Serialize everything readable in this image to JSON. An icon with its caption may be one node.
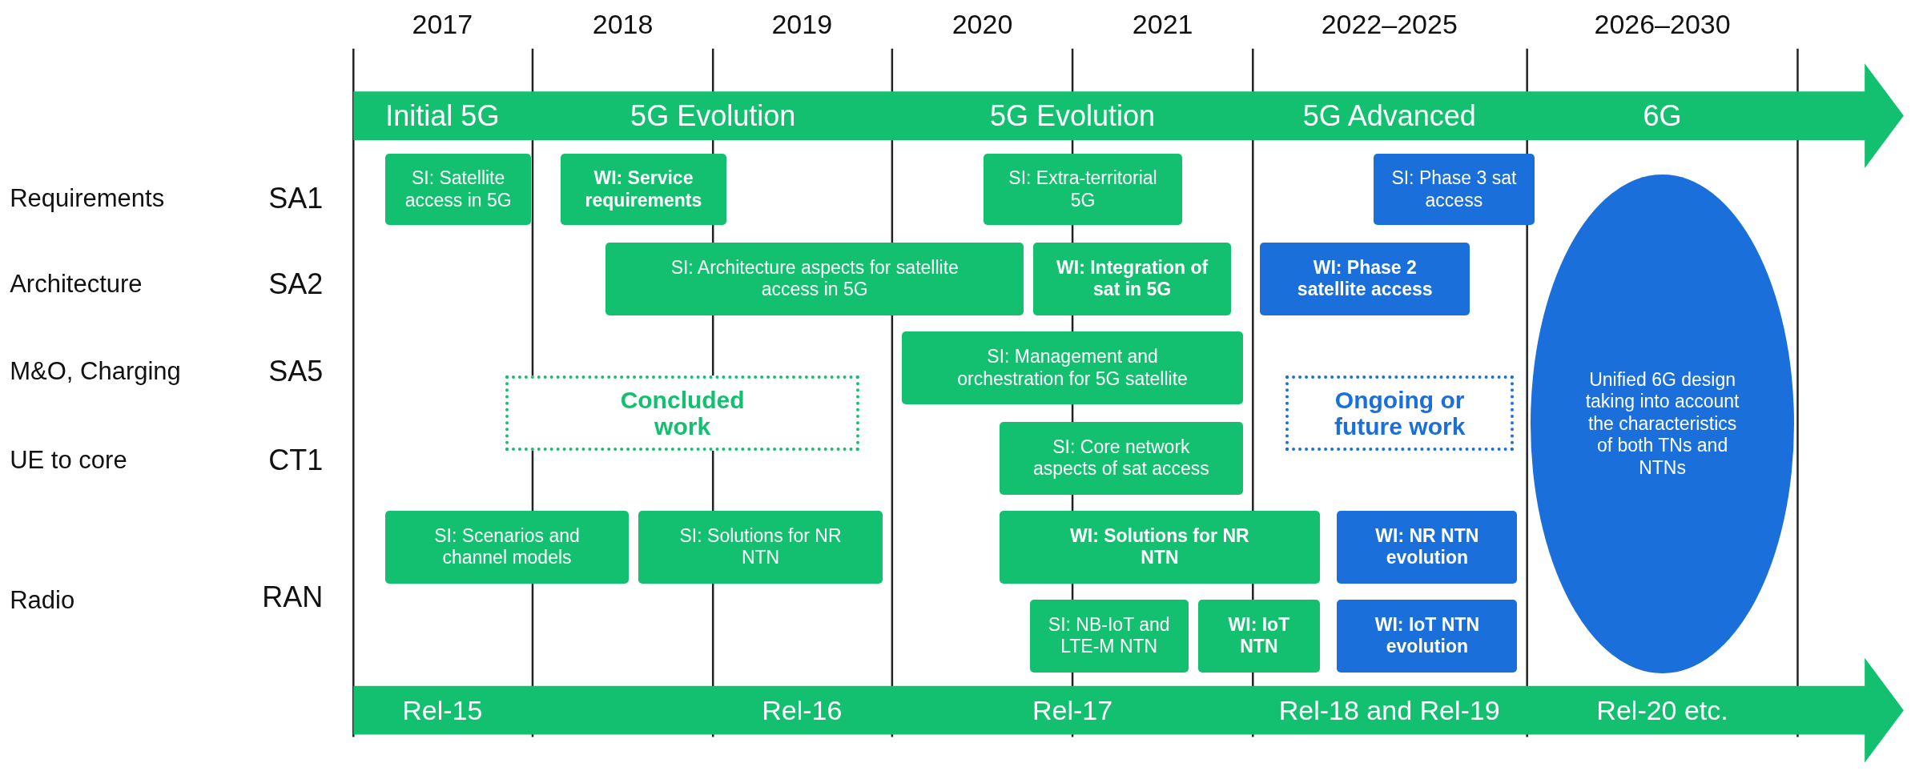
{
  "diagram": {
    "nodes": [
      {
        "text": [
          "SI: Satellite access in 5G"
        ]
      },
      {
        "text": [
          "WI: Service requirements"
        ]
      },
      {
        "text": [
          "SI: Extra-territorial 5G"
        ]
      },
      {
        "text": [
          "SI: Phase 3 sat access"
        ]
      },
      {
        "text": [
          "SI: Architecture aspects for satellite access in 5G"
        ]
      },
      {
        "text": [
          "WI: Integration of sat in 5G"
        ]
      },
      {
        "text": [
          "WI: Phase 2 satellite access"
        ]
      },
      {
        "text": [
          "Unified 6G design taking into account the characteristics of both TNs and NTNs"
        ]
      },
      {
        "text": [
          "SI: Management and orchestration for 5G satellite"
        ]
      },
      {
        "text": [
          "Concluded work"
        ]
      },
      {
        "text": [
          "Ongoing or future work"
        ]
      },
      {
        "text": [
          "SI: Core network aspects of sat access"
        ]
      },
      {
        "text": [
          "SI: Scenarios and channel models"
        ]
      },
      {
        "text": [
          "SI: Solutions for NR NTN"
        ]
      },
      {
        "text": [
          "WI: Solutions for NR NTN"
        ]
      },
      {
        "text": [
          "WI: NR NTN evolution"
        ]
      },
      {
        "text": [
          "SI: NB-IoT and LTE-M NTN"
        ]
      },
      {
        "text": [
          "WI: IoT NTN"
        ]
      },
      {
        "text": [
          "WI: IoT NTN evolution"
        ]
      }
    ],
    "labels": [
      "2017",
      "2018",
      "2019",
      "2020",
      "2021",
      "2022–2025",
      "2026–2030",
      "Initial 5G",
      "5G Evolution",
      "5G Evolution",
      "5G Advanced",
      "6G",
      "Requirements",
      "SA1",
      "Architecture",
      "SA2",
      "M&O, Charging",
      "SA5",
      "UE to core",
      "CT1",
      "Radio",
      "RAN",
      "Rel-15",
      "Rel-16",
      "Rel-17",
      "Rel-18 and Rel-19",
      "Rel-20 etc."
    ]
  }
}
